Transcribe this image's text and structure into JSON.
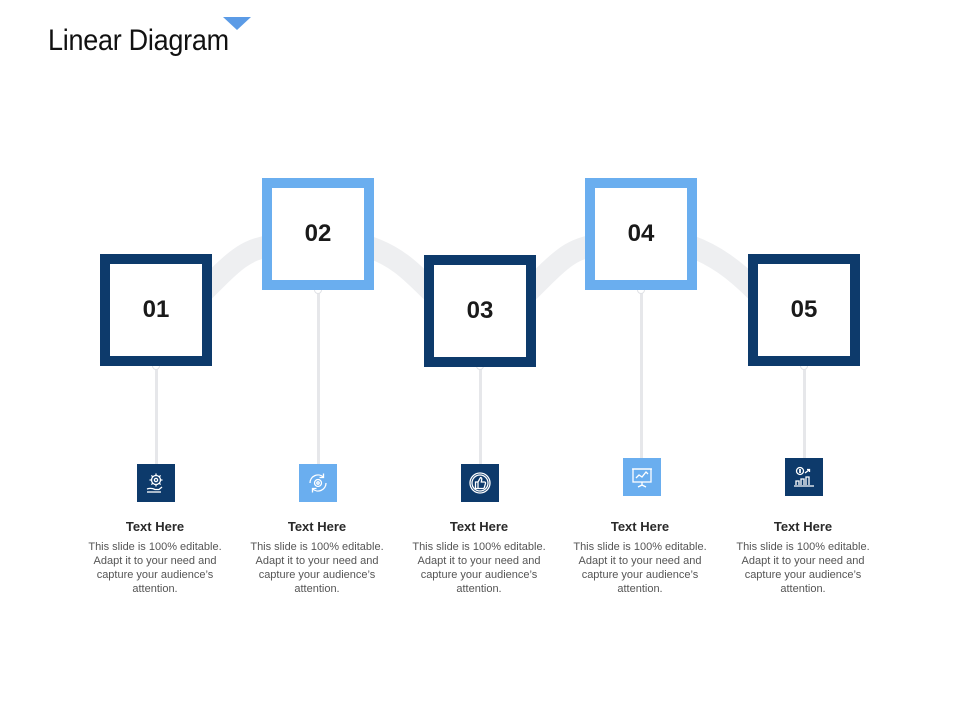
{
  "title": "Linear Diagram",
  "colors": {
    "dark": "#0d3a6b",
    "light": "#6aaeef",
    "connector": "#e6e7ea"
  },
  "steps": [
    {
      "number": "01",
      "shade": "dark",
      "icon": "gear-hand-icon",
      "title": "Text Here",
      "body": "This slide is 100% editable. Adapt it to your need and capture your audience’s attention."
    },
    {
      "number": "02",
      "shade": "light",
      "icon": "cycle-icon",
      "title": "Text Here",
      "body": "This slide is 100% editable. Adapt it to your need and capture your audience’s attention."
    },
    {
      "number": "03",
      "shade": "dark",
      "icon": "thumbs-up-icon",
      "title": "Text Here",
      "body": "This slide is 100% editable. Adapt it to your need and capture your audience’s attention."
    },
    {
      "number": "04",
      "shade": "light",
      "icon": "presentation-chart-icon",
      "title": "Text Here",
      "body": "This slide is 100% editable. Adapt it to your need and capture your audience’s attention."
    },
    {
      "number": "05",
      "shade": "dark",
      "icon": "dollar-growth-icon",
      "title": "Text Here",
      "body": "This slide is 100% editable. Adapt it to your need and capture your audience’s attention."
    }
  ]
}
